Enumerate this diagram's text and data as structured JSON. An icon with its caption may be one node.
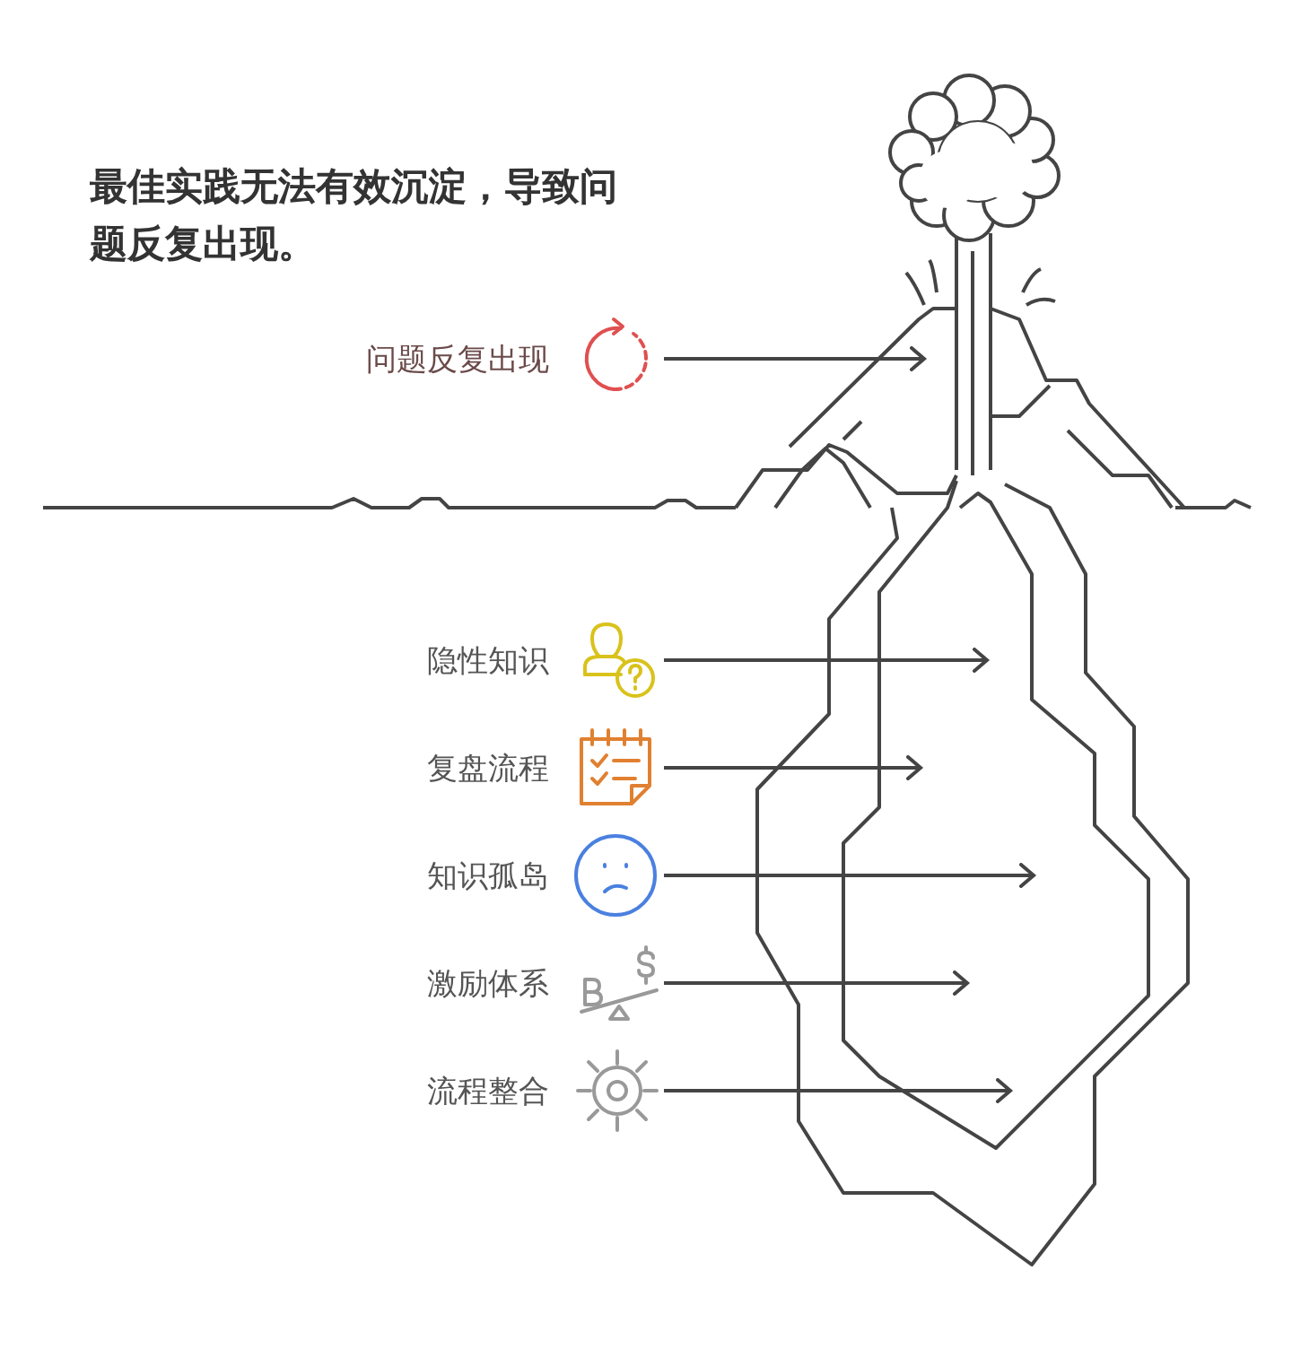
{
  "diagram": {
    "title": "最佳实践无法有效沉淀，导致问题反复出现。",
    "nodes": [
      {
        "text": [
          "问题反复出现"
        ]
      },
      {
        "text": [
          "隐性知识"
        ]
      },
      {
        "text": [
          "复盘流程"
        ]
      },
      {
        "text": [
          "知识孤岛"
        ]
      },
      {
        "text": [
          "激励体系"
        ]
      },
      {
        "text": [
          "流程整合"
        ]
      }
    ],
    "edges": [
      {
        "from": 0,
        "to": null,
        "arrow": "to"
      },
      {
        "from": 1,
        "to": null,
        "arrow": "to"
      },
      {
        "from": 2,
        "to": null,
        "arrow": "to"
      },
      {
        "from": 3,
        "to": null,
        "arrow": "to"
      },
      {
        "from": 4,
        "to": null,
        "arrow": "to"
      },
      {
        "from": 5,
        "to": null,
        "arrow": "to"
      }
    ]
  }
}
